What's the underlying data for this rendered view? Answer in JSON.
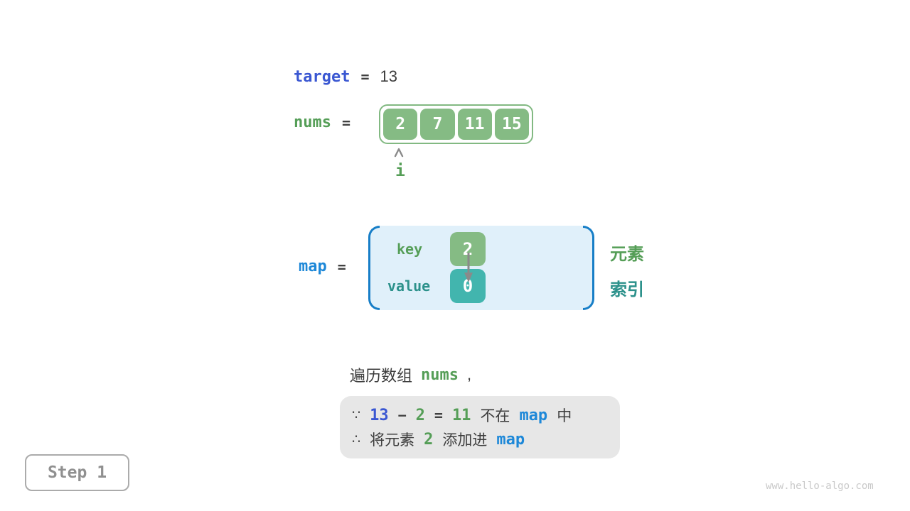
{
  "colors": {
    "target_blue": "#3a57d2",
    "map_azure": "#1e88d8",
    "element_green_fill": "#85bb84",
    "element_green_text": "#559e57",
    "index_teal_fill": "#42b5ae",
    "index_teal_text": "#2c918b",
    "map_box_fill": "#e0f0fa",
    "map_bracket_blue": "#177ec7",
    "note_box_gray": "#e7e7e7",
    "arrow_gray": "#8a8a8a"
  },
  "icons": {
    "index_pointer": "caret-up-icon",
    "map_link": "arrow-down-icon"
  },
  "target_row": {
    "label": "target",
    "equals": "=",
    "value": "13"
  },
  "nums_row": {
    "label": "nums",
    "equals": "=",
    "cells": [
      "2",
      "7",
      "11",
      "15"
    ],
    "pointer_label": "i"
  },
  "map_row": {
    "label": "map",
    "equals": "=",
    "key_label": "key",
    "value_label": "value",
    "entry": {
      "key": "2",
      "value": "0"
    },
    "legend_element": "元素",
    "legend_index": "索引"
  },
  "caption": {
    "prefix": "遍历数组",
    "code": "nums",
    "comma": ","
  },
  "note": {
    "line1": {
      "t0": "∵",
      "t1": "13",
      "t2": "−",
      "t3": "2",
      "t4": "=",
      "t5": "11",
      "t6": "不在",
      "t7": "map",
      "t8": "中"
    },
    "line2": {
      "t0": "∴",
      "t1": "将元素",
      "t2": "2",
      "t3": "添加进",
      "t4": "map"
    }
  },
  "step_badge": {
    "label": "Step 1"
  },
  "watermark": "www.hello-algo.com"
}
